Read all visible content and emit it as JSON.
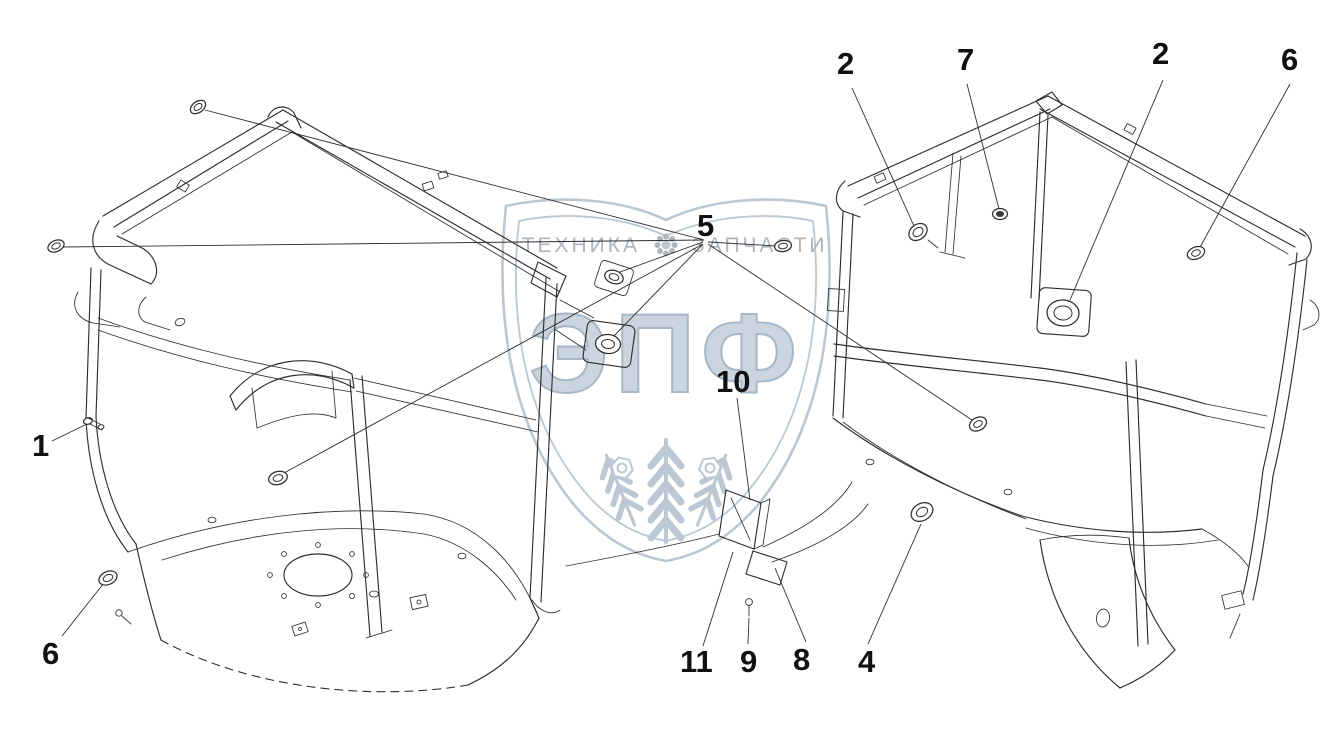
{
  "diagram": {
    "kind": "parts-catalog-exploded-wireframe",
    "description": "Two isometric wireframe cab-frame assemblies with numbered part callouts and leader lines"
  },
  "callouts": [
    {
      "label": "2"
    },
    {
      "label": "7"
    },
    {
      "label": "2"
    },
    {
      "label": "6"
    },
    {
      "label": "5"
    },
    {
      "label": "10"
    },
    {
      "label": "1"
    },
    {
      "label": "6"
    },
    {
      "label": "11"
    },
    {
      "label": "9"
    },
    {
      "label": "8"
    },
    {
      "label": "4"
    }
  ],
  "watermark": {
    "left_text": "ТЕХНИКА",
    "right_text": "ЗАПЧАСТИ",
    "big_text": "ЭПФ"
  },
  "colors": {
    "line": "#2e2e2e",
    "background": "#ffffff",
    "watermark": "#b4c1ce",
    "watermark_text": "#a6adb5",
    "watermark_fill": "#c6d1dd",
    "label": "#111111"
  }
}
